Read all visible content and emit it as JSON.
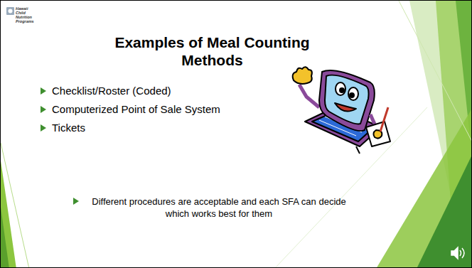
{
  "diagram": {
    "title": "Examples of Meal Counting Methods",
    "labels": [
      "Hawaii Child Nutrition Programs",
      "Checklist/Roster (Coded)",
      "Computerized Point of Sale System",
      "Tickets",
      "Different procedures are acceptable and each SFA can decide which works best for them"
    ]
  }
}
